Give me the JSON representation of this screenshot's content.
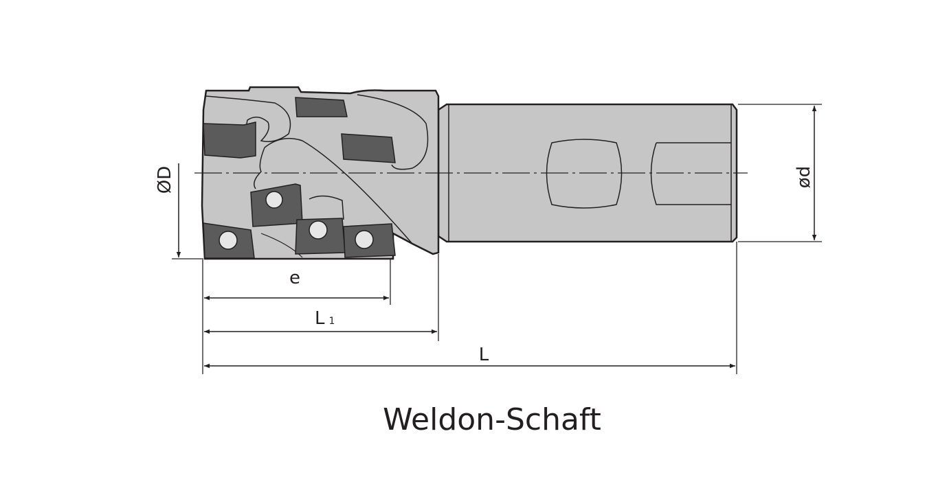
{
  "title": "Weldon-Schaft",
  "dimensions": {
    "outer_diameter": "ØD",
    "shank_diameter": "ød",
    "e": "e",
    "L1_main": "L",
    "L1_sub": "1",
    "L": "L"
  },
  "colors": {
    "body": "#c6c6c6",
    "insert": "#5b5b5b",
    "line": "#231f20"
  }
}
